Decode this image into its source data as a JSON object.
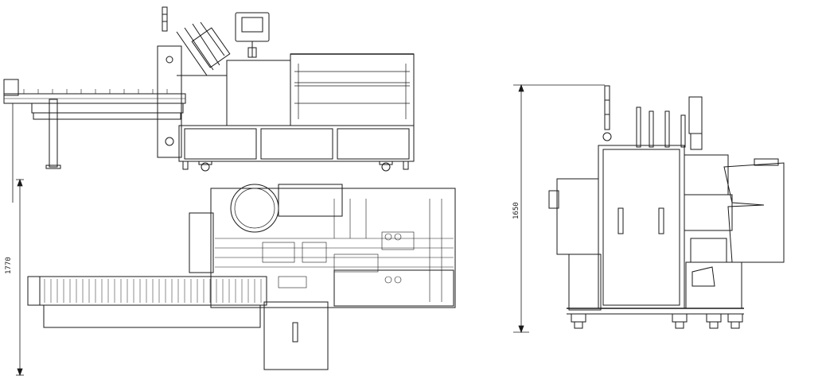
{
  "dimensions": {
    "height_front": "1650",
    "depth_top": "1770"
  },
  "colors": {
    "line": "#1a1a1a",
    "thin": "#444444",
    "background": "#ffffff"
  },
  "views": [
    "side-elevation",
    "plan-view",
    "front-elevation"
  ]
}
